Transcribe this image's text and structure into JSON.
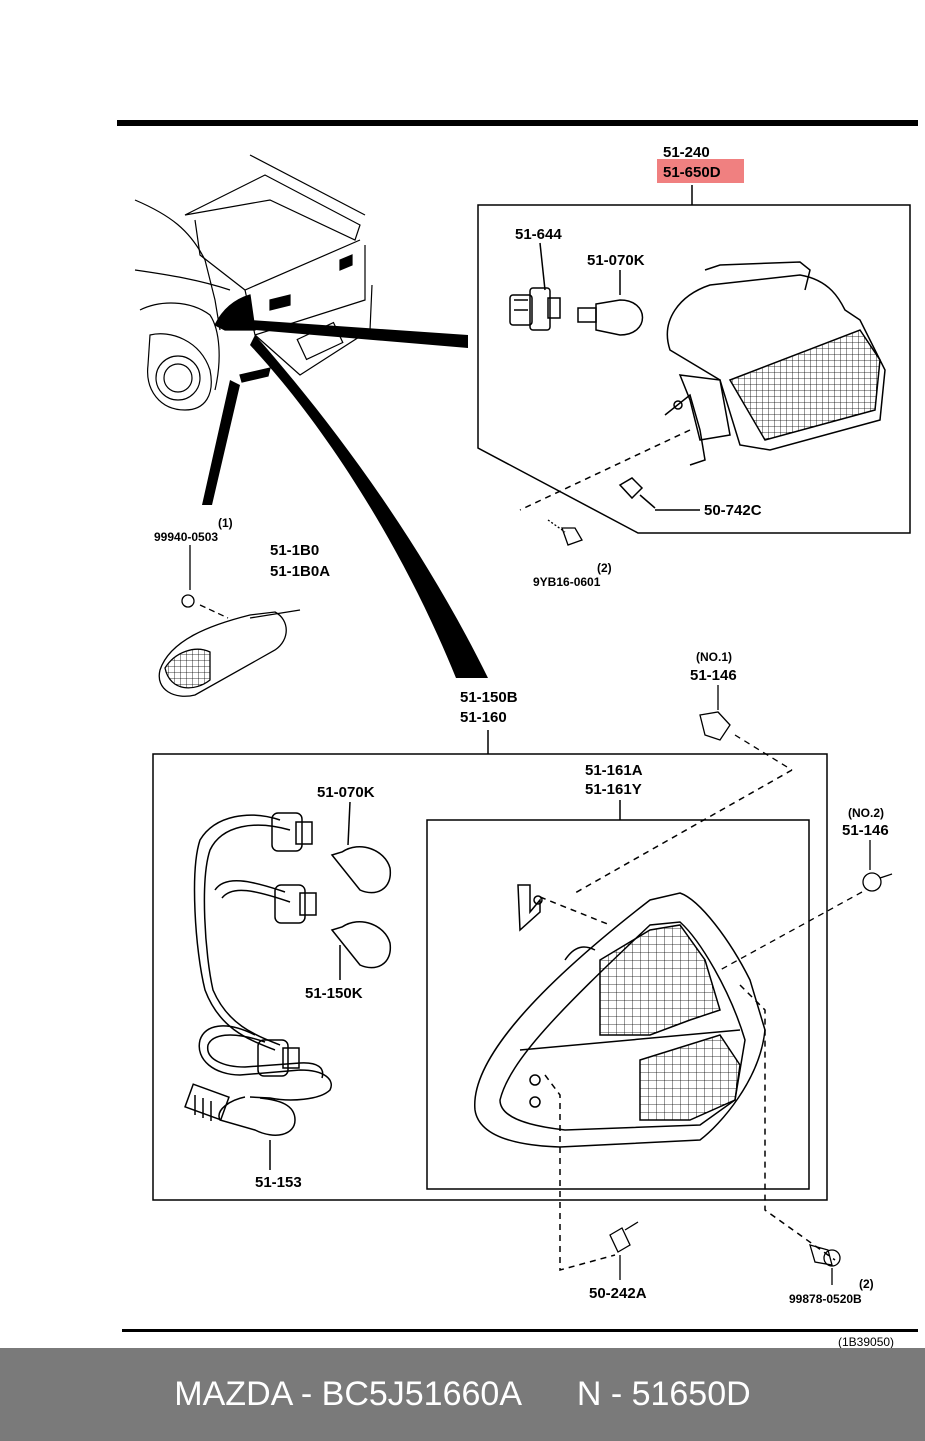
{
  "diagram": {
    "ref_code": "(1B39050)",
    "labels": {
      "p51_240": "51-240",
      "p51_650D": "51-650D",
      "p51_644": "51-644",
      "p51_070K_top": "51-070K",
      "p50_742C": "50-742C",
      "p9YB16_qty": "(2)",
      "p9YB16": "9YB16-0601",
      "p99940_qty": "(1)",
      "p99940": "99940-0503",
      "p51_1B0": "51-1B0",
      "p51_1B0A": "51-1B0A",
      "p51_150B": "51-150B",
      "p51_160": "51-160",
      "no1": "(NO.1)",
      "p51_146_a": "51-146",
      "no2": "(NO.2)",
      "p51_146_b": "51-146",
      "p51_161A": "51-161A",
      "p51_161Y": "51-161Y",
      "p51_070K_bottom": "51-070K",
      "p51_150K": "51-150K",
      "p51_153": "51-153",
      "p50_242A": "50-242A",
      "p99878_qty": "(2)",
      "p99878": "99878-0520B"
    },
    "highlight_color": "#f08080"
  },
  "footer": {
    "left": "MAZDA - BC5J51660A",
    "right": "N - 51650D",
    "bg_color": "#7a7a7a"
  }
}
